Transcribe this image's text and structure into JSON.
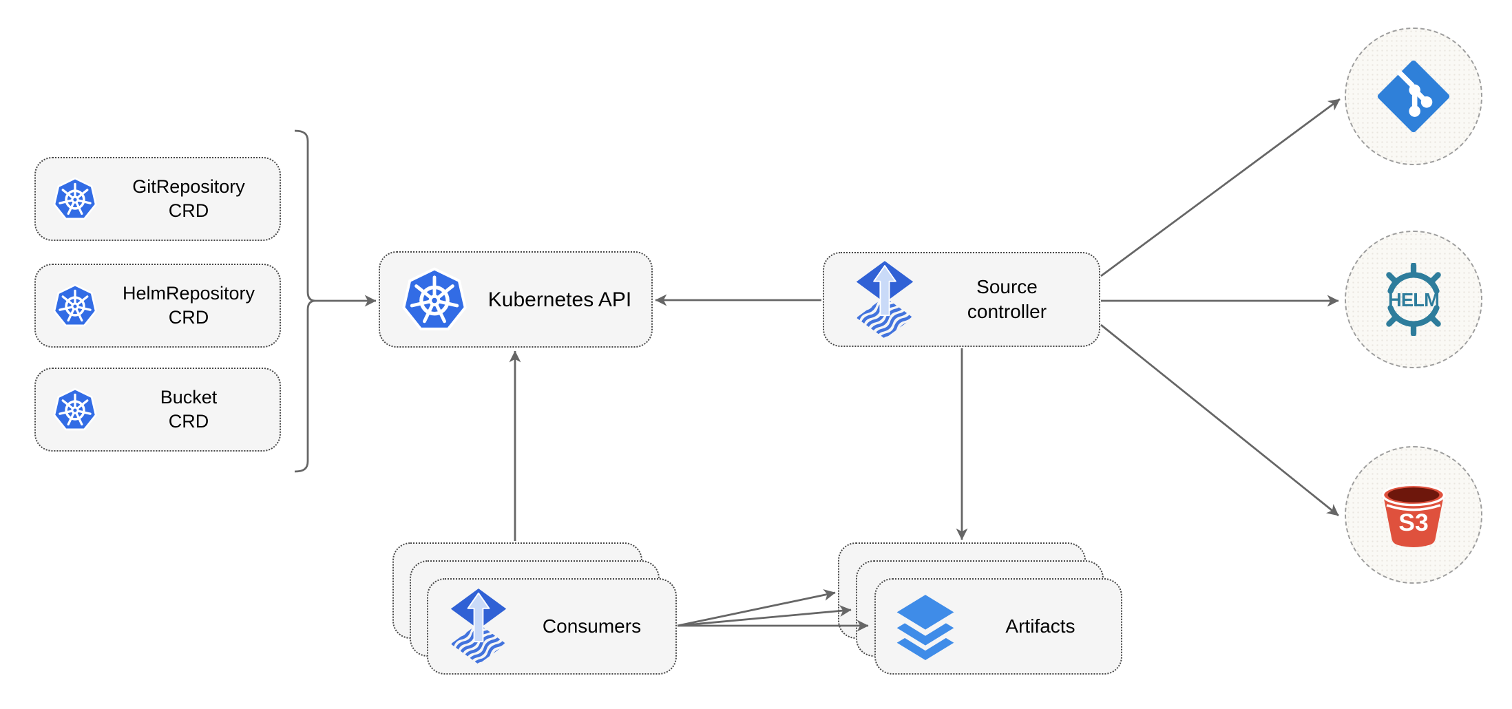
{
  "nodes": {
    "crd_boxes": [
      {
        "lines": [
          "GitRepository",
          "CRD"
        ]
      },
      {
        "lines": [
          "HelmRepository",
          "CRD"
        ]
      },
      {
        "lines": [
          "Bucket",
          "CRD"
        ]
      }
    ],
    "kubernetes_api": {
      "label": "Kubernetes API"
    },
    "source_controller": {
      "lines": [
        "Source",
        "controller"
      ]
    },
    "consumers": {
      "label": "Consumers"
    },
    "artifacts": {
      "label": "Artifacts"
    }
  },
  "endpoints": {
    "git": {
      "icon": "git-branch-logo"
    },
    "helm": {
      "icon": "helm-wheel-logo",
      "text": "HELM"
    },
    "s3": {
      "icon": "s3-bucket-logo",
      "text": "S3"
    }
  },
  "icons": {
    "kubernetes": "kubernetes-wheel-logo",
    "flux": "flux-logo",
    "artifacts": "layers-icon"
  },
  "colors": {
    "kubernetes_blue": "#326CE5",
    "flux_blue": "#3061D5",
    "flux_stripe_blue": "#4273DD",
    "flux_arrow_light": "#C9DAF8",
    "git_blue": "#2F80D9",
    "helm_teal": "#2E7D9C",
    "s3_red": "#DF513D",
    "s3_dark_red": "#6E170C",
    "layers_blue": "#3F8CE8",
    "node_fill": "#F5F5F5",
    "node_border": "#474747",
    "circle_fill": "#FAF9F5",
    "circle_border": "#9E9E9E",
    "arrow_gray": "#666666",
    "text": "#000000",
    "background": "#FFFFFF"
  }
}
